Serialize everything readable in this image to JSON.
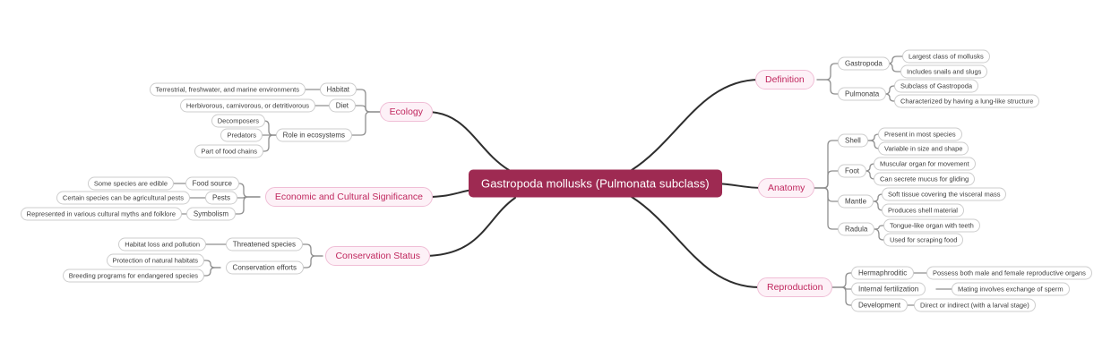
{
  "mindmap": {
    "root": "Gastropoda mollusks (Pulmonata subclass)",
    "right": [
      {
        "label": "Definition",
        "children": [
          {
            "label": "Gastropoda",
            "leaves": [
              "Largest class of mollusks",
              "Includes snails and slugs"
            ]
          },
          {
            "label": "Pulmonata",
            "leaves": [
              "Subclass of Gastropoda",
              "Characterized by having a lung-like structure"
            ]
          }
        ]
      },
      {
        "label": "Anatomy",
        "children": [
          {
            "label": "Shell",
            "leaves": [
              "Present in most species",
              "Variable in size and shape"
            ]
          },
          {
            "label": "Foot",
            "leaves": [
              "Muscular organ for movement",
              "Can secrete mucus for gliding"
            ]
          },
          {
            "label": "Mantle",
            "leaves": [
              "Soft tissue covering the visceral mass",
              "Produces shell material"
            ]
          },
          {
            "label": "Radula",
            "leaves": [
              "Tongue-like organ with teeth",
              "Used for scraping food"
            ]
          }
        ]
      },
      {
        "label": "Reproduction",
        "children": [
          {
            "label": "Hermaphroditic",
            "leaves": [
              "Possess both male and female reproductive organs"
            ]
          },
          {
            "label": "Internal fertilization",
            "leaves": [
              "Mating involves exchange of sperm"
            ]
          },
          {
            "label": "Development",
            "leaves": [
              "Direct or indirect (with a larval stage)"
            ]
          }
        ]
      }
    ],
    "left": [
      {
        "label": "Ecology",
        "children": [
          {
            "label": "Habitat",
            "leaves": [
              "Terrestrial, freshwater, and marine environments"
            ]
          },
          {
            "label": "Diet",
            "leaves": [
              "Herbivorous, carnivorous, or detritivorous"
            ]
          },
          {
            "label": "Role in ecosystems",
            "leaves": [
              "Decomposers",
              "Predators",
              "Part of food chains"
            ]
          }
        ]
      },
      {
        "label": "Economic and Cultural Significance",
        "children": [
          {
            "label": "Food source",
            "leaves": [
              "Some species are edible"
            ]
          },
          {
            "label": "Pests",
            "leaves": [
              "Certain species can be agricultural pests"
            ]
          },
          {
            "label": "Symbolism",
            "leaves": [
              "Represented in various cultural myths and folklore"
            ]
          }
        ]
      },
      {
        "label": "Conservation Status",
        "children": [
          {
            "label": "Threatened species",
            "leaves": [
              "Habitat loss and pollution"
            ]
          },
          {
            "label": "Conservation efforts",
            "leaves": [
              "Protection of natural habitats",
              "Breeding programs for endangered species"
            ]
          }
        ]
      }
    ]
  },
  "colors": {
    "root_bg": "#9e2a52",
    "root_text": "#ffffff",
    "branch_bg": "#fdf1f7",
    "branch_border": "#f0bed6",
    "branch_text": "#c0275e",
    "node_bg": "#ffffff",
    "node_border": "#cdcdcd",
    "node_text": "#3d3d3d",
    "link_main": "#2e2e2e",
    "link_sub": "#8f8f8f"
  }
}
